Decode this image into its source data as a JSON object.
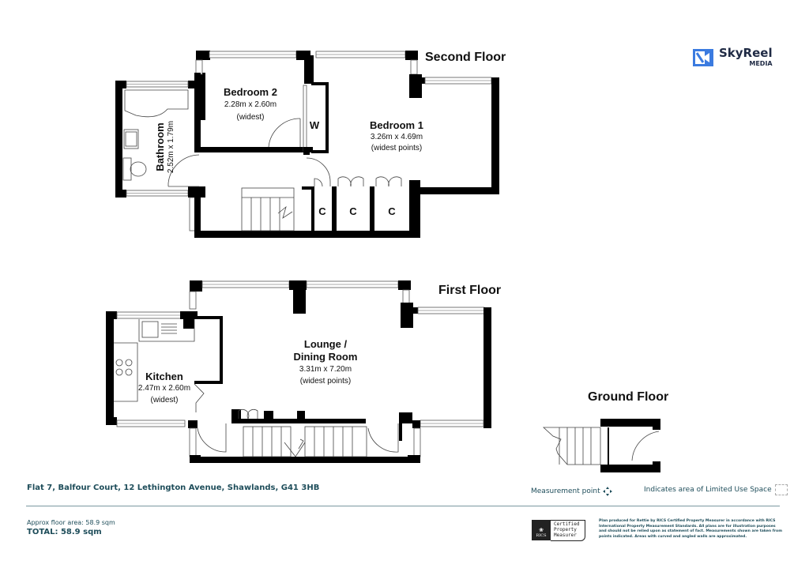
{
  "brand": {
    "name": "SkyReel",
    "subtitle": "MEDIA",
    "color": "#1f2a44",
    "accent": "#3b7be0"
  },
  "floors": {
    "second": {
      "title": "Second Floor",
      "rooms": [
        {
          "name": "Bedroom 2",
          "dimensions": "2.28m x 2.60m",
          "note": "(widest)"
        },
        {
          "name": "Bedroom 1",
          "dimensions": "3.26m x 4.69m",
          "note": "(widest points)"
        },
        {
          "name": "Bathroom",
          "dimensions": "2.52m x 1.79m"
        }
      ],
      "wardrobe_label": "W",
      "cupboard_labels": [
        "C",
        "C",
        "C"
      ]
    },
    "first": {
      "title": "First Floor",
      "rooms": [
        {
          "name": "Lounge /",
          "name2": "Dining Room",
          "dimensions": "3.31m x 7.20m",
          "note": "(widest points)"
        },
        {
          "name": "Kitchen",
          "dimensions": "2.47m x 2.60m",
          "note": "(widest)"
        }
      ]
    },
    "ground": {
      "title": "Ground Floor"
    }
  },
  "footer": {
    "address": "Flat 7, Balfour Court, 12 Lethington Avenue, Shawlands, G41 3HB",
    "approx_area": "Approx floor area: 58.9 sqm",
    "total": "TOTAL: 58.9 sqm",
    "legend_measurement": "Measurement point",
    "legend_limited": "Indicates area of  Limited Use Space",
    "rics_name": "RICS",
    "rics_cert": [
      "Certified",
      "Property",
      "Measurer"
    ],
    "disclaimer": "Plan produced for Rettie by RICS Certified Property Measurer in accordance with RICS International Property Measurement Standards. All plans are for illustration purposes and should not be relied upon as statement of fact. Measurements shown are taken from points indicated. Areas with curved and angled walls are approximated."
  }
}
